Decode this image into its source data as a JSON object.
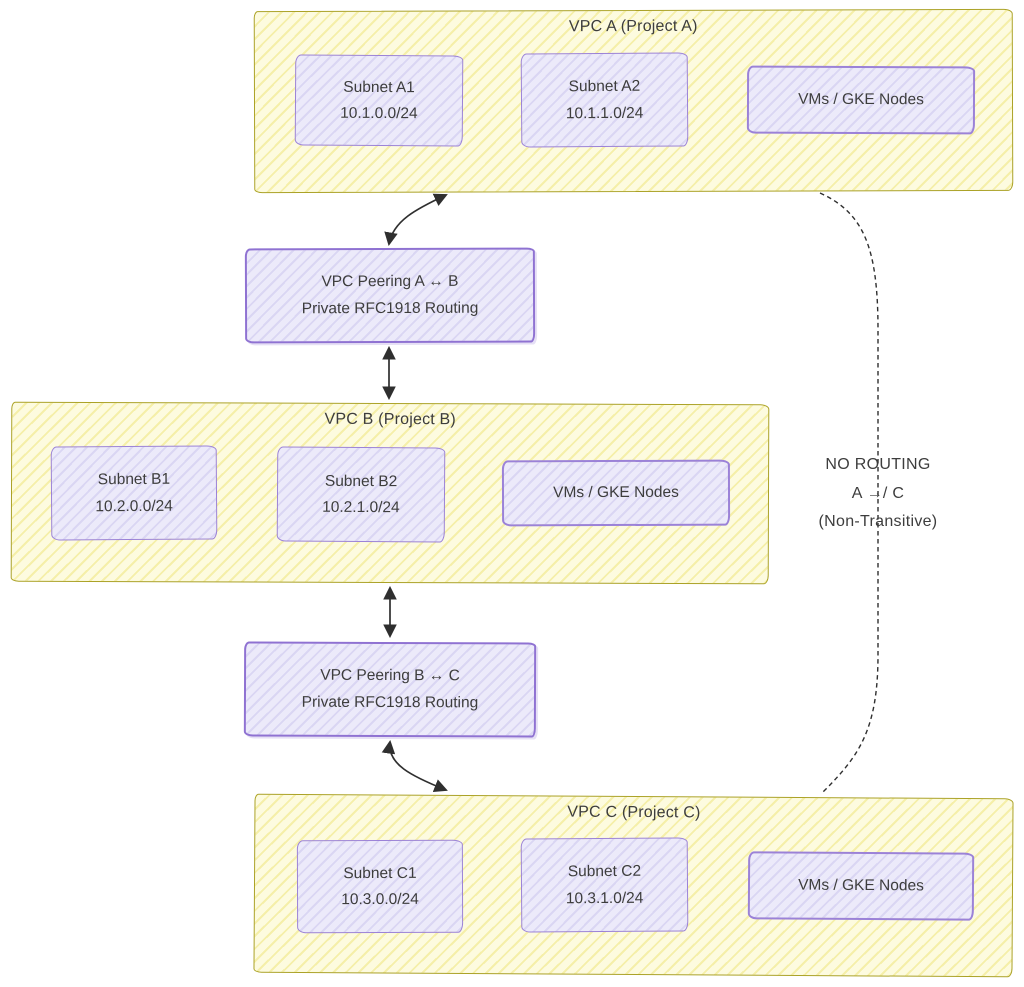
{
  "vpc_a": {
    "title": "VPC A (Project A)",
    "subnet1_title": "Subnet A1",
    "subnet1_cidr": "10.1.0.0/24",
    "subnet2_title": "Subnet A2",
    "subnet2_cidr": "10.1.1.0/24",
    "vms_label": "VMs / GKE Nodes"
  },
  "vpc_b": {
    "title": "VPC B (Project B)",
    "subnet1_title": "Subnet B1",
    "subnet1_cidr": "10.2.0.0/24",
    "subnet2_title": "Subnet B2",
    "subnet2_cidr": "10.2.1.0/24",
    "vms_label": "VMs / GKE Nodes"
  },
  "vpc_c": {
    "title": "VPC C (Project C)",
    "subnet1_title": "Subnet C1",
    "subnet1_cidr": "10.3.0.0/24",
    "subnet2_title": "Subnet C2",
    "subnet2_cidr": "10.3.1.0/24",
    "vms_label": "VMs / GKE Nodes"
  },
  "peering_ab": {
    "line1": "VPC Peering A ↔ B",
    "line2": "Private RFC1918 Routing"
  },
  "peering_bc": {
    "line1": "VPC Peering B ↔ C",
    "line2": "Private RFC1918 Routing"
  },
  "no_routing": {
    "line1": "NO ROUTING",
    "line2": "A →/ C",
    "line3": "(Non-Transitive)"
  },
  "colors": {
    "vpc_fill": "#FDFBDF",
    "vpc_hatch": "#F5EFA9",
    "vpc_border": "#ABA226",
    "node_fill": "#ECEAFA",
    "node_hatch": "#DAD6F3",
    "node_border": "#9B82D8",
    "peer_border": "#8F72D2",
    "text": "#3D3D3D",
    "connector": "#2F2F2F"
  }
}
